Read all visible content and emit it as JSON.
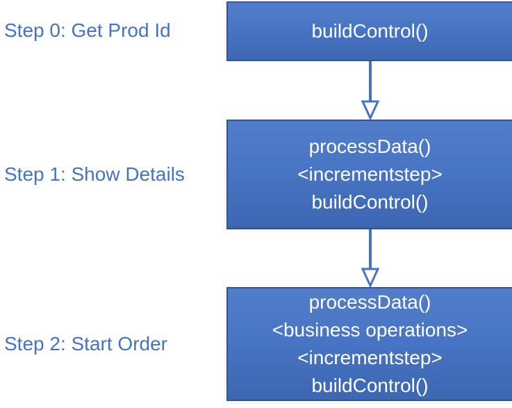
{
  "diagram": {
    "steps": [
      {
        "label": "Step 0: Get Prod Id",
        "box_lines": [
          "buildControl()"
        ]
      },
      {
        "label": "Step 1: Show Details",
        "box_lines": [
          "processData()",
          "<incrementstep>",
          "buildControl()"
        ]
      },
      {
        "label": "Step 2: Start Order",
        "box_lines": [
          "processData()",
          "<business operations>",
          "<incrementstep>",
          "buildControl()"
        ]
      }
    ],
    "colors": {
      "background": "#FFFFFF",
      "box_fill": "#4472C4",
      "box_border": "#2F5597",
      "box_text": "#FFFFFF",
      "label_text": "#4472C4",
      "arrow": "#4472C4"
    }
  }
}
